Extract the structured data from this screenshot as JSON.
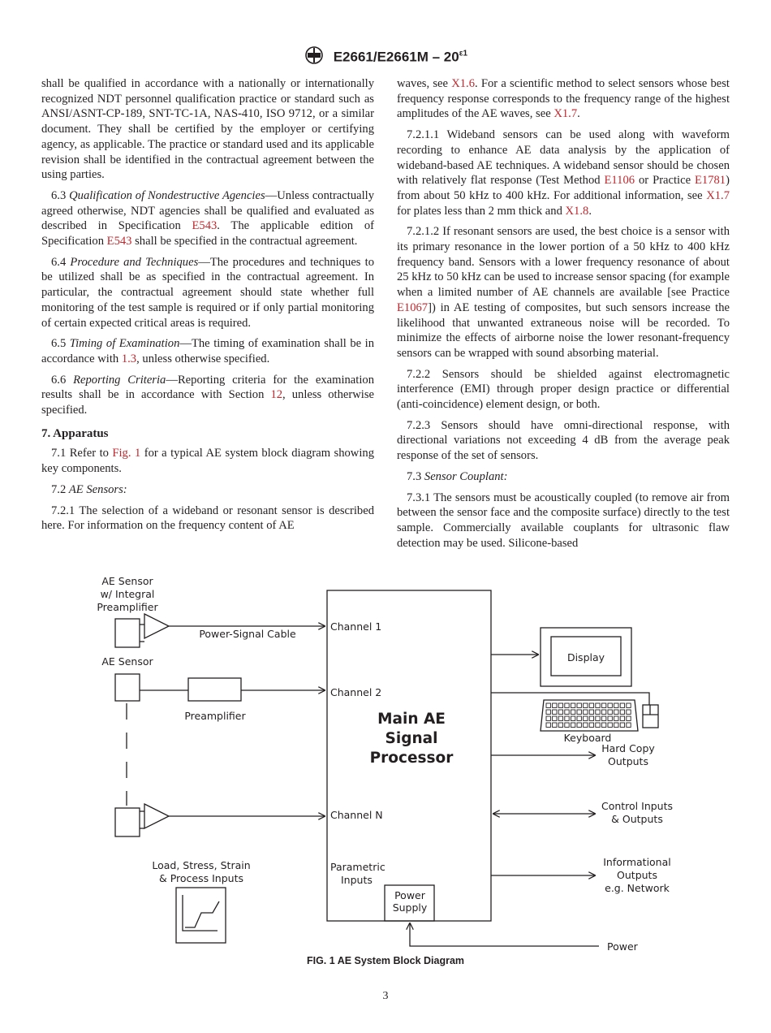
{
  "header": {
    "designation": "E2661/E2661M – 20",
    "superscript": "ε1",
    "logo_text": "ASTM"
  },
  "left_col": {
    "p1_a": "shall be qualified in accordance with a nationally or internationally recognized NDT personnel qualification practice or standard such as ANSI/ASNT-CP-189, SNT-TC-1A, NAS-410, ISO 9712, or a similar document. They shall be certified by the employer or certifying agency, as applicable. The practice or standard used and its applicable revision shall be identified in the contractual agreement between the using parties.",
    "p63_num": "6.3 ",
    "p63_title": "Qualification of Nondestructive Agencies",
    "p63_a": "—Unless contractually agreed otherwise, NDT agencies shall be qualified and evaluated as described in Specification ",
    "p63_link1": "E543",
    "p63_b": ". The applicable edition of Specification ",
    "p63_link2": "E543",
    "p63_c": " shall be specified in the contractual agreement.",
    "p64_num": "6.4 ",
    "p64_title": "Procedure and Techniques",
    "p64_a": "—The procedures and techniques to be utilized shall be as specified in the contractual agreement. In particular, the contractual agreement should state whether full monitoring of the test sample is required or if only partial monitoring of certain expected critical areas is required.",
    "p65_num": "6.5 ",
    "p65_title": "Timing of Examination",
    "p65_a": "—The timing of examination shall be in accordance with ",
    "p65_link": "1.3",
    "p65_b": ", unless otherwise specified.",
    "p66_num": "6.6 ",
    "p66_title": "Reporting Criteria",
    "p66_a": "—Reporting criteria for the examination results shall be in accordance with Section ",
    "p66_link": "12",
    "p66_b": ", unless otherwise specified.",
    "h7": "7. Apparatus",
    "p71_a": "7.1 Refer to ",
    "p71_link": "Fig. 1",
    "p71_b": " for a typical AE system block diagram showing key components.",
    "p72_num": "7.2 ",
    "p72_title": "AE Sensors:",
    "p721": "7.2.1 The selection of a wideband or resonant sensor is described here. For information on the frequency content of AE"
  },
  "right_col": {
    "p_a": "waves, see ",
    "p_link1": "X1.6",
    "p_b": ". For a scientific method to select sensors whose best frequency response corresponds to the frequency range of the highest amplitudes of the AE waves, see ",
    "p_link2": "X1.7",
    "p_c": ".",
    "p7211_a": "7.2.1.1 Wideband sensors can be used along with waveform recording to enhance AE data analysis by the application of wideband-based AE techniques. A wideband sensor should be chosen with relatively flat response (Test Method ",
    "p7211_link1": "E1106",
    "p7211_b": " or Practice ",
    "p7211_link2": "E1781",
    "p7211_c": ") from about 50 kHz to 400 kHz. For additional information, see ",
    "p7211_link3": "X1.7",
    "p7211_d": " for plates less than 2 mm thick and ",
    "p7211_link4": "X1.8",
    "p7211_e": ".",
    "p7212_a": "7.2.1.2 If resonant sensors are used, the best choice is a sensor with its primary resonance in the lower portion of a 50 kHz to 400 kHz frequency band. Sensors with a lower frequency resonance of about 25 kHz to 50 kHz can be used to increase sensor spacing (for example when a limited number of AE channels are available [see Practice ",
    "p7212_link": "E1067",
    "p7212_b": "]) in AE testing of composites, but such sensors increase the likelihood that unwanted extraneous noise will be recorded. To minimize the effects of airborne noise the lower resonant-frequency sensors can be wrapped with sound absorbing material.",
    "p722": "7.2.2 Sensors should be shielded against electromagnetic interference (EMI) through proper design practice or differential (anti-coincidence) element design, or both.",
    "p723": "7.2.3 Sensors should have omni-directional response, with directional variations not exceeding 4 dB from the average peak response of the set of sensors.",
    "p73_num": "7.3 ",
    "p73_title": "Sensor Couplant:",
    "p731": "7.3.1 The sensors must be acoustically coupled (to remove air from between the sensor face and the composite surface) directly to the test sample. Commercially available couplants for ultrasonic flaw detection may be used. Silicone-based"
  },
  "figure": {
    "sensor1_l1": "AE Sensor",
    "sensor1_l2": "w/ Integral",
    "sensor1_l3": "Preamplifier",
    "cable": "Power-Signal Cable",
    "ch1": "Channel 1",
    "sensor2": "AE Sensor",
    "preamp": "Preamplifier",
    "ch2": "Channel 2",
    "chN": "Channel N",
    "load_l1": "Load, Stress, Strain",
    "load_l2": "& Process Inputs",
    "param_l1": "Parametric",
    "param_l2": "Inputs",
    "main_l1": "Main AE",
    "main_l2": "Signal",
    "main_l3": "Processor",
    "power_l1": "Power",
    "power_l2": "Supply",
    "display": "Display",
    "keyboard": "Keyboard",
    "hardcopy_l1": "Hard Copy",
    "hardcopy_l2": "Outputs",
    "control_l1": "Control Inputs",
    "control_l2": "& Outputs",
    "info_l1": "Informational",
    "info_l2": "Outputs",
    "info_l3": "e.g. Network",
    "power": "Power"
  },
  "caption": "FIG. 1 AE System Block Diagram",
  "page_number": "3"
}
